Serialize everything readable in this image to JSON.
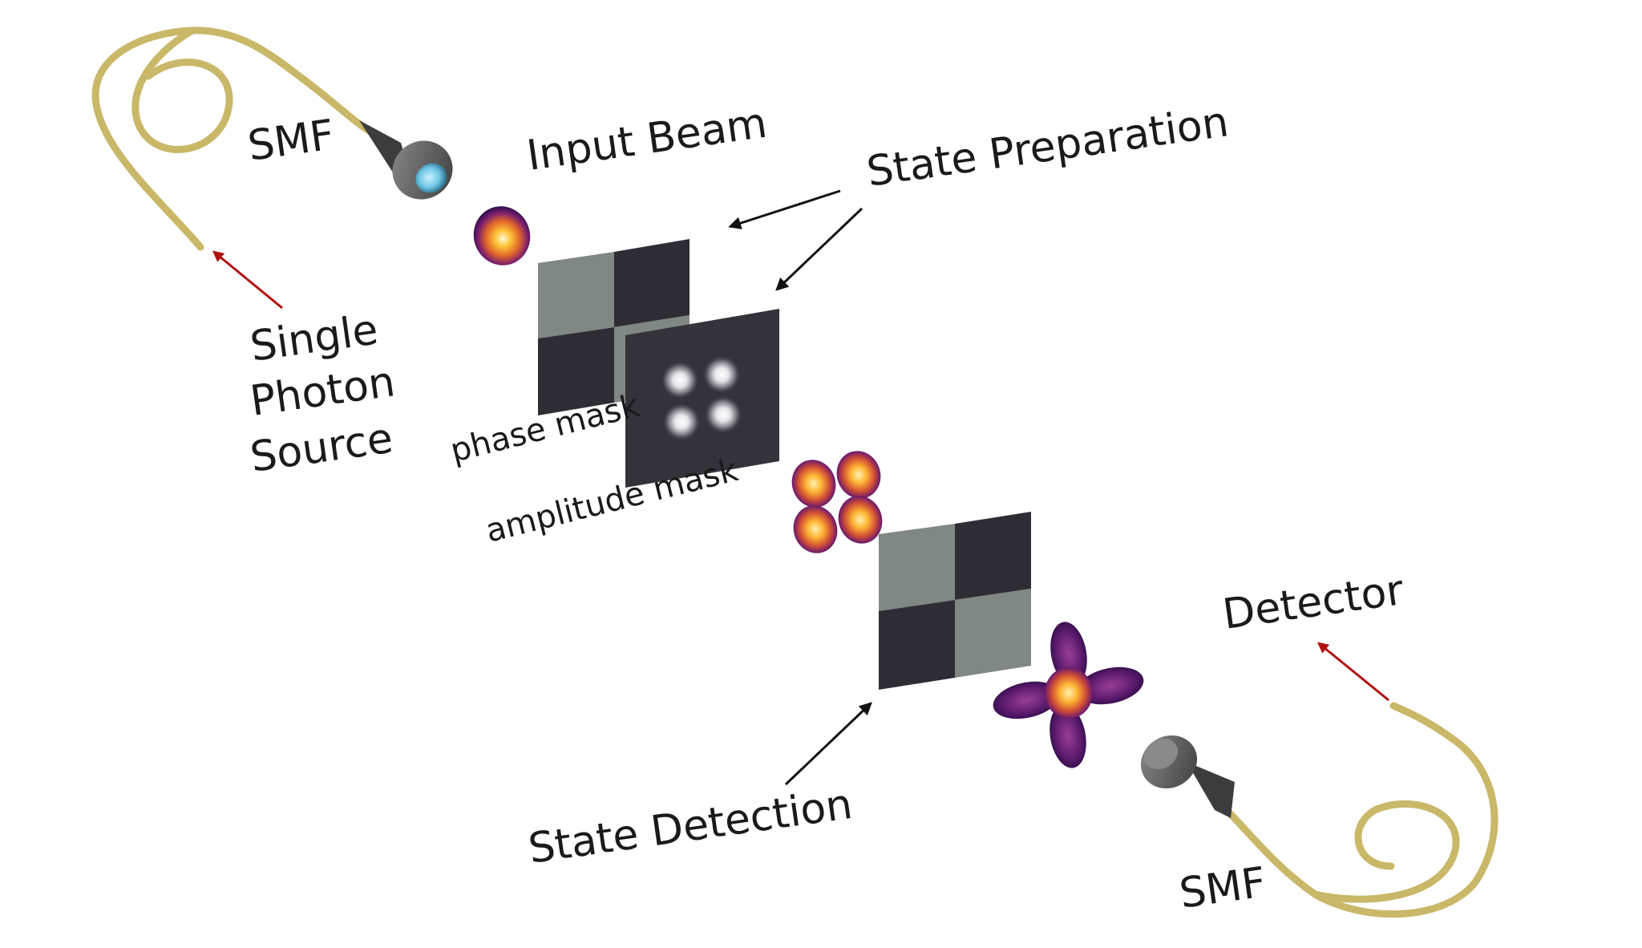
{
  "labels": {
    "smf_top": "SMF",
    "input_beam": "Input Beam",
    "state_preparation": "State Preparation",
    "single": "Single",
    "photon": "Photon",
    "source": "Source",
    "phase_mask": "phase mask",
    "amplitude_mask": "amplitude mask",
    "detector": "Detector",
    "state_detection": "State Detection",
    "smf_bottom": "SMF"
  },
  "colors": {
    "fiber": "#c9b868",
    "arrow_red": "#b01010",
    "arrow_black": "#111111",
    "mask_light": "#7f8883",
    "mask_dark": "#2e2d35",
    "connector_gray": "#6b6b6b",
    "lens_blue": "#7fd3ee"
  }
}
